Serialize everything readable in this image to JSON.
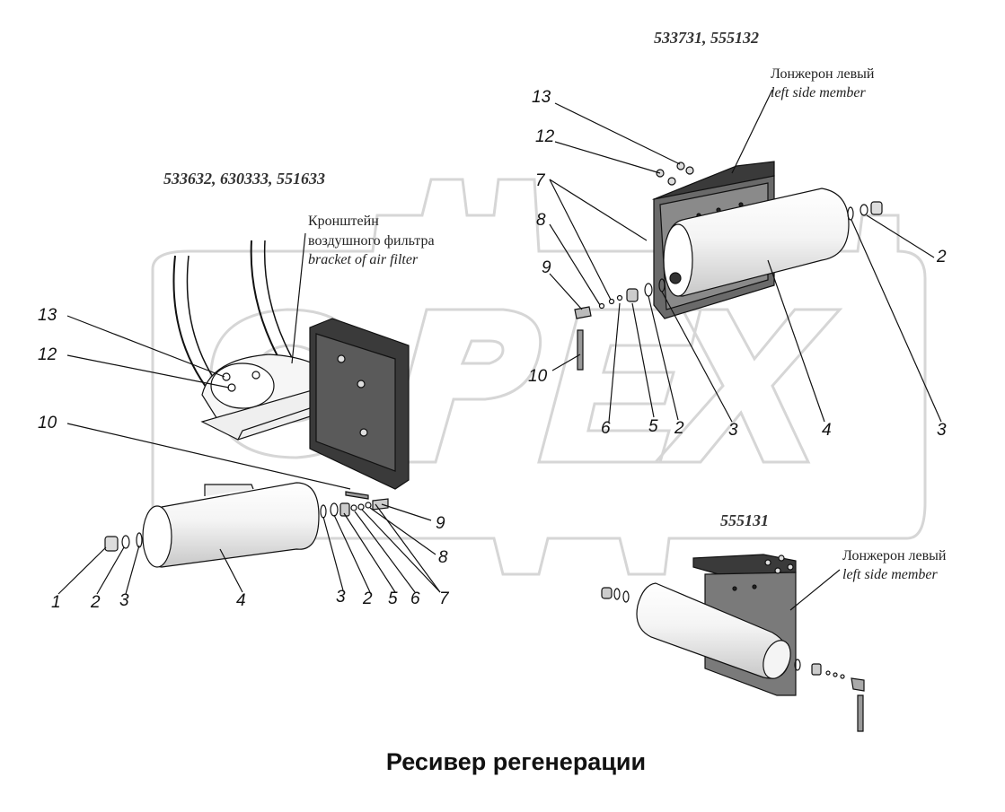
{
  "title": "Ресивер регенерации",
  "watermark": "OPEX",
  "models": {
    "left": "533632, 630333, 551633",
    "top_right": "533731, 555132",
    "bottom_right": "555131"
  },
  "notes": {
    "bracket_ru_line1": "Кронштейн",
    "bracket_ru_line2": "воздушного фильтра",
    "bracket_en": "bracket of air filter",
    "member_ru_1": "Лонжерон левый",
    "member_en_1": "left side member",
    "member_ru_2": "Лонжерон левый",
    "member_en_2": "left side member"
  },
  "labels_left": [
    "13",
    "12",
    "10",
    "9",
    "8",
    "7",
    "6",
    "5",
    "2",
    "3",
    "4",
    "3",
    "2",
    "1"
  ],
  "labels_top_right": [
    "13",
    "12",
    "7",
    "8",
    "9",
    "10",
    "6",
    "5",
    "2",
    "3",
    "4",
    "3",
    "2"
  ],
  "colors": {
    "line": "#111111",
    "part_fill": "#eeeeee",
    "dark_plate": "#3a3a3a",
    "watermark": "#d8d8d8"
  }
}
